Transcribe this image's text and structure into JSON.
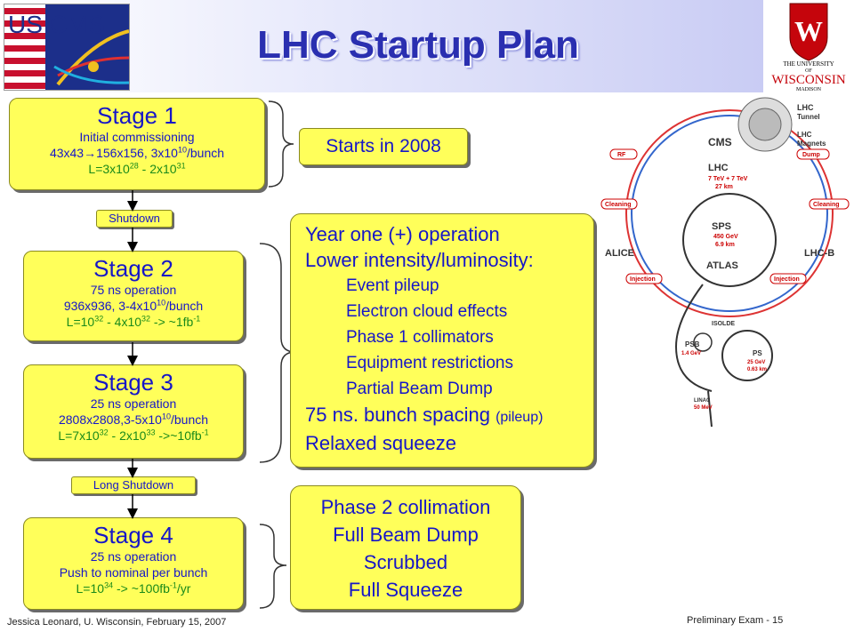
{
  "title": "LHC Startup Plan",
  "stages": [
    {
      "title": "Stage 1",
      "line1": "Initial commissioning",
      "line2a": "43x43",
      "line2b": "156x156, 3x10",
      "line2sup": "10",
      "line2c": "/bunch",
      "l_base": "L=3x10",
      "l_sup1": "28",
      "l_mid": " - 2x10",
      "l_sup2": "31",
      "l_tail": ""
    },
    {
      "title": "Stage 2",
      "line1": "75 ns operation",
      "line2a": "936x936, 3-4x10",
      "line2sup": "10",
      "line2c": "/bunch",
      "l_base": "L=10",
      "l_sup1": "32",
      "l_mid": " - 4x10",
      "l_sup2": "32",
      "l_tail": " -> ~1fb",
      "l_sup3": "-1"
    },
    {
      "title": "Stage 3",
      "line1": "25 ns operation",
      "line2a": "2808x2808,3-5x10",
      "line2sup": "10",
      "line2c": "/bunch",
      "l_base": "L=7x10",
      "l_sup1": "32",
      "l_mid": " - 2x10",
      "l_sup2": "33",
      "l_tail": " ->~10fb",
      "l_sup3": "-1"
    },
    {
      "title": "Stage 4",
      "line1": "25 ns operation",
      "line2a": "Push to nominal per bunch",
      "l_base": "L=10",
      "l_sup1": "34",
      "l_tail": " -> ~100fb",
      "l_sup3": "-1",
      "l_end": "/yr"
    }
  ],
  "tags": {
    "shutdown": "Shutdown",
    "long_shutdown": "Long Shutdown"
  },
  "starts": "Starts in 2008",
  "year_one": {
    "line1": "Year one (+) operation",
    "line2": "Lower intensity/luminosity:",
    "items": [
      "Event pileup",
      "Electron cloud effects",
      "Phase 1 collimators",
      "Equipment restrictions",
      "Partial Beam Dump"
    ],
    "line3": "75 ns. bunch spacing",
    "line3_small": "(pileup)",
    "line4": "Relaxed squeeze"
  },
  "phase2": [
    "Phase 2 collimation",
    "Full Beam Dump",
    "Scrubbed",
    "Full Squeeze"
  ],
  "lhc_diagram": {
    "labels": [
      "LHC",
      "Tunnel",
      "LHC",
      "Magnets",
      "CMS",
      "LHC",
      "7 TeV + 7 TeV",
      "27 km",
      "RF",
      "Dump",
      "Cleaning",
      "Cleaning",
      "SPS",
      "450 GeV",
      "6.9 km",
      "ALICE",
      "ATLAS",
      "LHC-B",
      "Injection",
      "Injection",
      "ISOLDE",
      "PSB",
      "1.4 GeV",
      "PS",
      "25 GeV",
      "0.63 km",
      "LINAC",
      "50 MeV"
    ]
  },
  "logos": {
    "cms": "US CMS",
    "uw_top": "THE UNIVERSITY",
    "uw_of": "OF",
    "uw_name": "WISCONSIN",
    "uw_bottom": "MADISON",
    "uw_letter": "W"
  },
  "footer": {
    "left": "Jessica Leonard, U. Wisconsin, February 15, 2007",
    "right": "Preliminary Exam -  15"
  },
  "colors": {
    "box": "#ffff5a",
    "text": "#1616c8",
    "green": "#1a8a1a",
    "title": "#2a2fb0",
    "uw_red": "#c5050c"
  }
}
